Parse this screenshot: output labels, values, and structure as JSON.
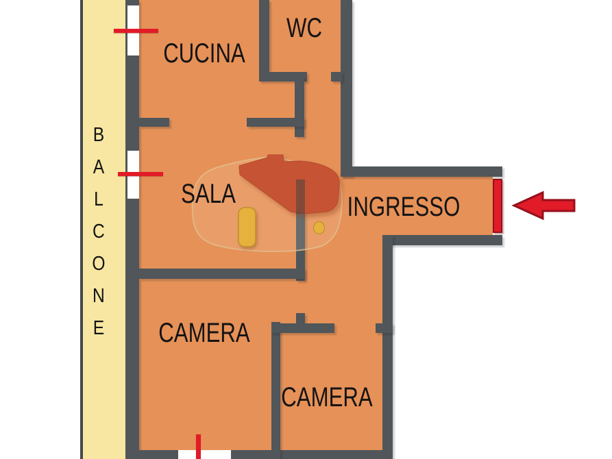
{
  "plan": {
    "type": "apartment-floor-plan",
    "rooms": {
      "balcone": {
        "label": "BALCONE"
      },
      "cucina": {
        "label": "CUCINA"
      },
      "wc": {
        "label": "WC"
      },
      "sala": {
        "label": "SALA"
      },
      "ingresso": {
        "label": "INGRESSO"
      },
      "camera1": {
        "label": "CAMERA"
      },
      "camera2": {
        "label": "CAMERA"
      }
    },
    "markers": {
      "entry_arrow": "left-arrow",
      "entry_door": "red-door-bar",
      "window_markers": [
        "balcony-window-top",
        "balcony-window-middle",
        "bottom-window"
      ]
    },
    "furniture": [
      "terracotta-blob",
      "yellow-rug",
      "yellow-stool"
    ]
  },
  "colors": {
    "background": "#ffffff",
    "floor": "#e69158",
    "wall": "#50565a",
    "balcony": "#f7e7a2",
    "balcony-edge": "#43484b",
    "marker-red": "#e11b28",
    "marker-red-dark": "#96101c",
    "furniture-terracotta": "#c65434",
    "furniture-yellow": "#e6b13d",
    "furniture-yellow-border": "#bf8f2e",
    "text": "#141414"
  }
}
